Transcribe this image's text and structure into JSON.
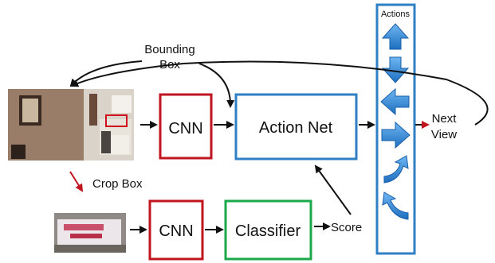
{
  "labels": {
    "bounding_box_line1": "Bounding",
    "bounding_box_line2": "Box",
    "crop_box": "Crop Box",
    "score": "Score",
    "next_view_line1": "Next",
    "next_view_line2": "View",
    "actions_title": "Actions"
  },
  "boxes": {
    "cnn_top": "CNN",
    "action_net": "Action Net",
    "cnn_bottom": "CNN",
    "classifier": "Classifier"
  },
  "actions": [
    {
      "name": "up-arrow-icon"
    },
    {
      "name": "down-arrow-icon"
    },
    {
      "name": "left-arrow-icon"
    },
    {
      "name": "right-arrow-icon"
    },
    {
      "name": "rotate-clockwise-arrow-icon"
    },
    {
      "name": "rotate-counterclockwise-arrow-icon"
    }
  ],
  "colors": {
    "cnn_border": "#c0141e",
    "action_net_border": "#2f7fc4",
    "classifier_border": "#1aa84a",
    "actions_panel_border": "#2f7fc4",
    "arrow_icon": "#2b86d6",
    "crop_arrow": "#c0141e",
    "next_view_arrowhead": "#c0141e"
  }
}
